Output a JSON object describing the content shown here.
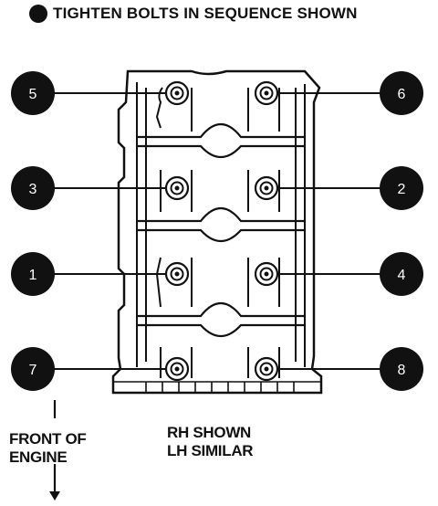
{
  "heading": {
    "text": "TIGHTEN BOLTS IN SEQUENCE SHOWN",
    "bullet": "filled-circle"
  },
  "callouts": [
    {
      "number": "5",
      "side": "left",
      "row": 1
    },
    {
      "number": "6",
      "side": "right",
      "row": 1
    },
    {
      "number": "3",
      "side": "left",
      "row": 2
    },
    {
      "number": "2",
      "side": "right",
      "row": 2
    },
    {
      "number": "1",
      "side": "left",
      "row": 3
    },
    {
      "number": "4",
      "side": "right",
      "row": 3
    },
    {
      "number": "7",
      "side": "left",
      "row": 4
    },
    {
      "number": "8",
      "side": "right",
      "row": 4
    }
  ],
  "notes": {
    "front_of_engine": "FRONT OF\nENGINE",
    "rh_shown": "RH SHOWN\nLH SIMILAR"
  },
  "colors": {
    "ink": "#111111",
    "callout_fill": "#111111",
    "callout_text": "#ffffff",
    "background": "#ffffff"
  }
}
